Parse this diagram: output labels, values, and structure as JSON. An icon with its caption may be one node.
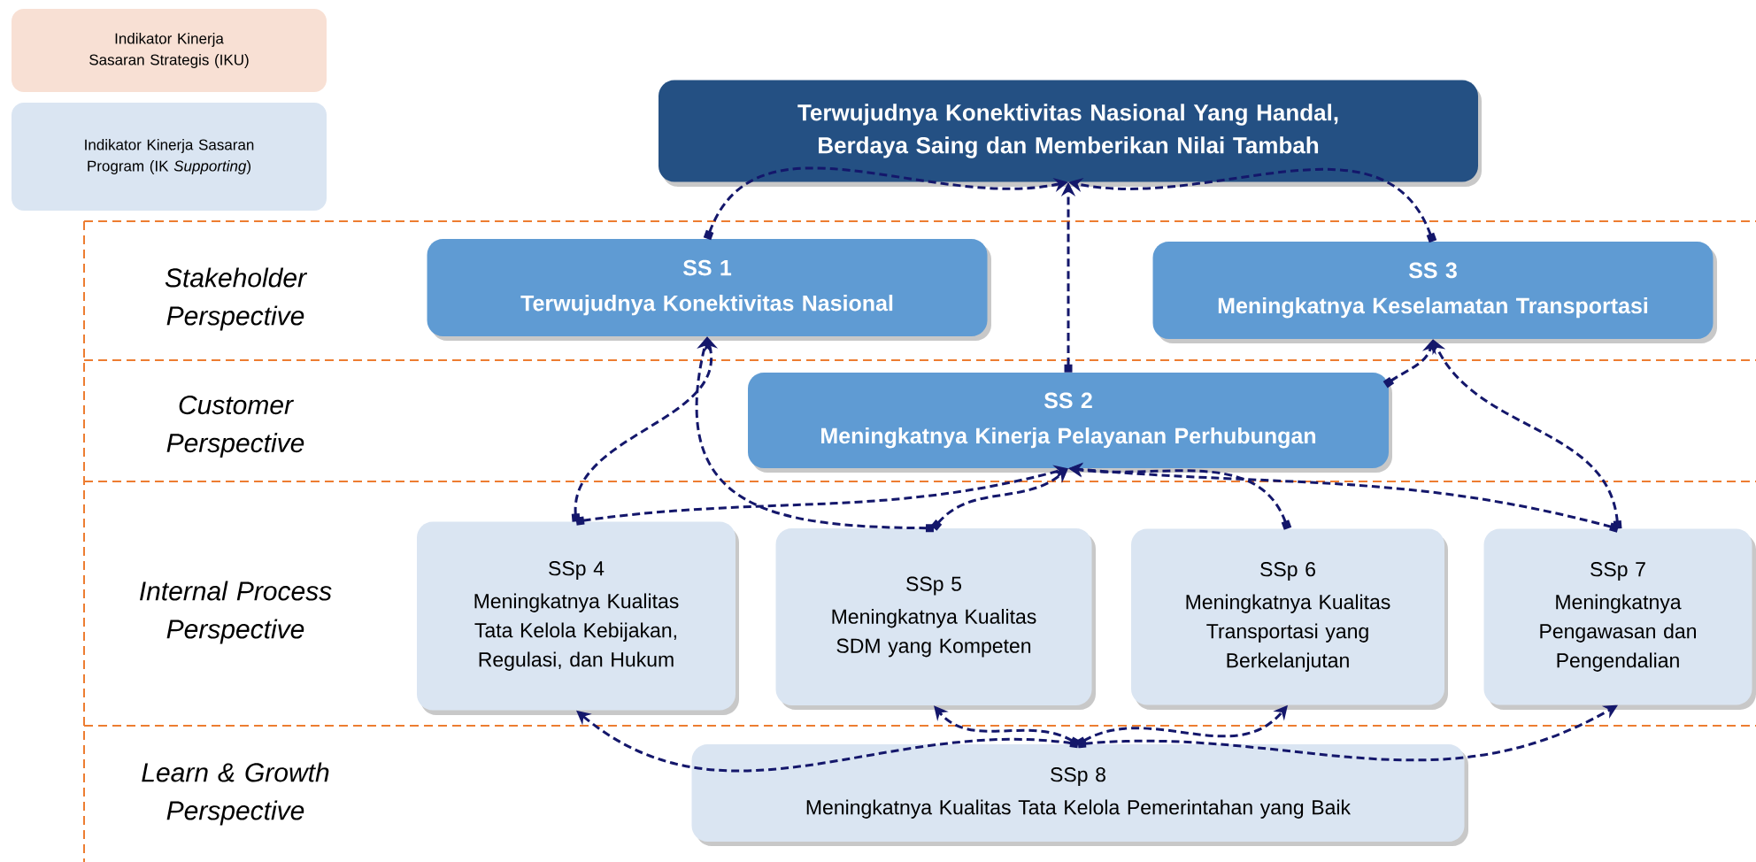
{
  "diagram": {
    "nodes": [
      {
        "text": [
          "Terwujudnya Konektivitas Nasional Yang Handal, Berdaya Saing dan Memberikan Nilai Tambah"
        ]
      },
      {
        "text": [
          "SS 1",
          "Terwujudnya Konektivitas Nasional"
        ]
      },
      {
        "text": [
          "SS 3",
          "Meningkatnya Keselamatan Transportasi"
        ]
      },
      {
        "text": [
          "SS 2",
          "Meningkatnya Kinerja Pelayanan Perhubungan"
        ]
      },
      {
        "text": [
          "SSp 4",
          "Meningkatnya Kualitas Tata Kelola Kebijakan, Regulasi, dan Hukum"
        ]
      },
      {
        "text": [
          "SSp 5",
          "Meningkatnya Kualitas SDM yang Kompeten"
        ]
      },
      {
        "text": [
          "SSp 6",
          "Meningkatnya Kualitas Transportasi yang Berkelanjutan"
        ]
      },
      {
        "text": [
          "SSp 7",
          "Meningkatnya Pengawasan dan Pengendalian"
        ]
      },
      {
        "text": [
          "SSp 8",
          "Meningkatnya Kualitas Tata Kelola Pemerintahan yang Baik"
        ]
      }
    ],
    "edges": [
      {
        "from": 1,
        "to": 0,
        "arrow": "to"
      },
      {
        "from": 3,
        "to": 0,
        "arrow": "to"
      },
      {
        "from": 2,
        "to": 0,
        "arrow": "to"
      },
      {
        "from": 4,
        "to": 1,
        "arrow": "to"
      },
      {
        "from": 5,
        "to": 1,
        "arrow": "to"
      },
      {
        "from": 4,
        "to": 3,
        "arrow": "to"
      },
      {
        "from": 5,
        "to": 3,
        "arrow": "to"
      },
      {
        "from": 6,
        "to": 3,
        "arrow": "to"
      },
      {
        "from": 7,
        "to": 3,
        "arrow": "to"
      },
      {
        "from": 3,
        "to": 2,
        "arrow": "to"
      },
      {
        "from": 7,
        "to": 2,
        "arrow": "to"
      },
      {
        "from": 8,
        "to": 4,
        "arrow": "to"
      },
      {
        "from": 8,
        "to": 5,
        "arrow": "to"
      },
      {
        "from": 8,
        "to": 6,
        "arrow": "to"
      },
      {
        "from": 8,
        "to": 7,
        "arrow": "to"
      }
    ],
    "labels": [
      "Stakeholder Perspective",
      "Customer Perspective",
      "Internal Process Perspective",
      "Learn & Growth Perspective"
    ],
    "legend": [
      {
        "text": "Indikator Kinerja Sasaran Strategis (IKU)",
        "color": "#f8e0d4"
      },
      {
        "text": "Indikator Kinerja Sasaran Program (IK *Supporting*)",
        "color": "#dae5f2"
      }
    ]
  }
}
